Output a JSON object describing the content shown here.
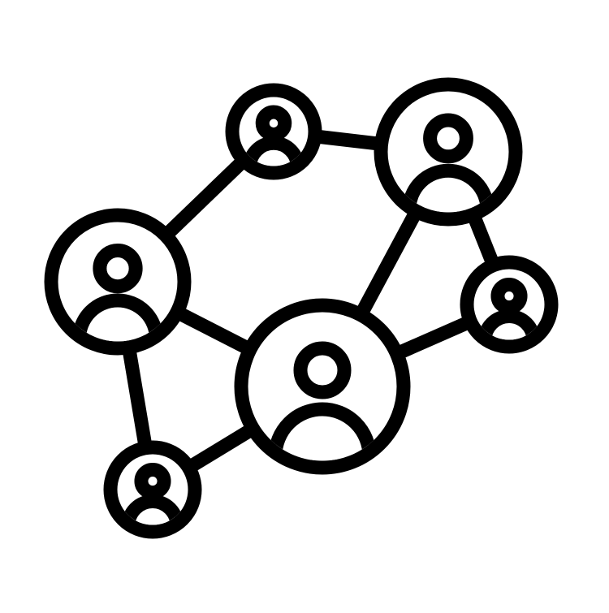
{
  "illustration": {
    "subject": "network-of-people-icon",
    "stroke_color": "#000000",
    "fill_color": "#ffffff",
    "background": "#ffffff",
    "nodes": [
      {
        "id": "top-small"
      },
      {
        "id": "top-right-large"
      },
      {
        "id": "left-large"
      },
      {
        "id": "right-small"
      },
      {
        "id": "center-large"
      },
      {
        "id": "bottom-left-small"
      }
    ],
    "links": [
      [
        "left-large",
        "top-small"
      ],
      [
        "top-small",
        "top-right-large"
      ],
      [
        "top-right-large",
        "center-large"
      ],
      [
        "top-right-large",
        "right-small"
      ],
      [
        "left-large",
        "center-large"
      ],
      [
        "left-large",
        "bottom-left-small"
      ],
      [
        "center-large",
        "right-small"
      ],
      [
        "center-large",
        "bottom-left-small"
      ]
    ]
  }
}
